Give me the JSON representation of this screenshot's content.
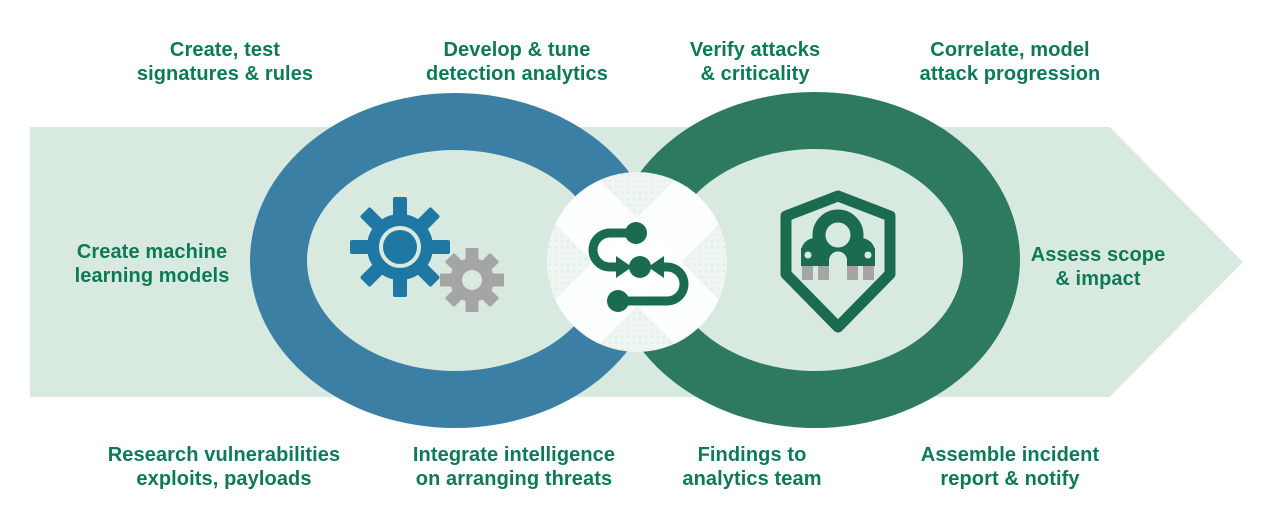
{
  "colors": {
    "background": "#ffffff",
    "arrow": "#d8eae0",
    "blue_ring": "#3b80a4",
    "green_ring": "#2d7a5f",
    "label_text": "#0e7a55",
    "icon_green": "#1b6b50",
    "icon_blue": "#1f78a4",
    "icon_gray": "#a5a5a5"
  },
  "stages": {
    "top_left": "Create, test\nsignatures & rules",
    "top_center_left": "Develop & tune\ndetection analytics",
    "top_center_right": "Verify attacks\n& criticality",
    "top_right": "Correlate, model\nattack progression",
    "middle_left": "Create machine\nlearning models",
    "middle_right": "Assess scope\n& impact",
    "bottom_left": "Research vulnerabilities\nexploits, payloads",
    "bottom_center_left": "Integrate intelligence\non arranging threats",
    "bottom_center_right": "Findings to\nanalytics team",
    "bottom_right": "Assemble incident\nreport & notify"
  },
  "icons": {
    "left_loop": "gears-icon",
    "center": "workflow-arrows-icon",
    "right_loop": "shield-team-icon"
  }
}
